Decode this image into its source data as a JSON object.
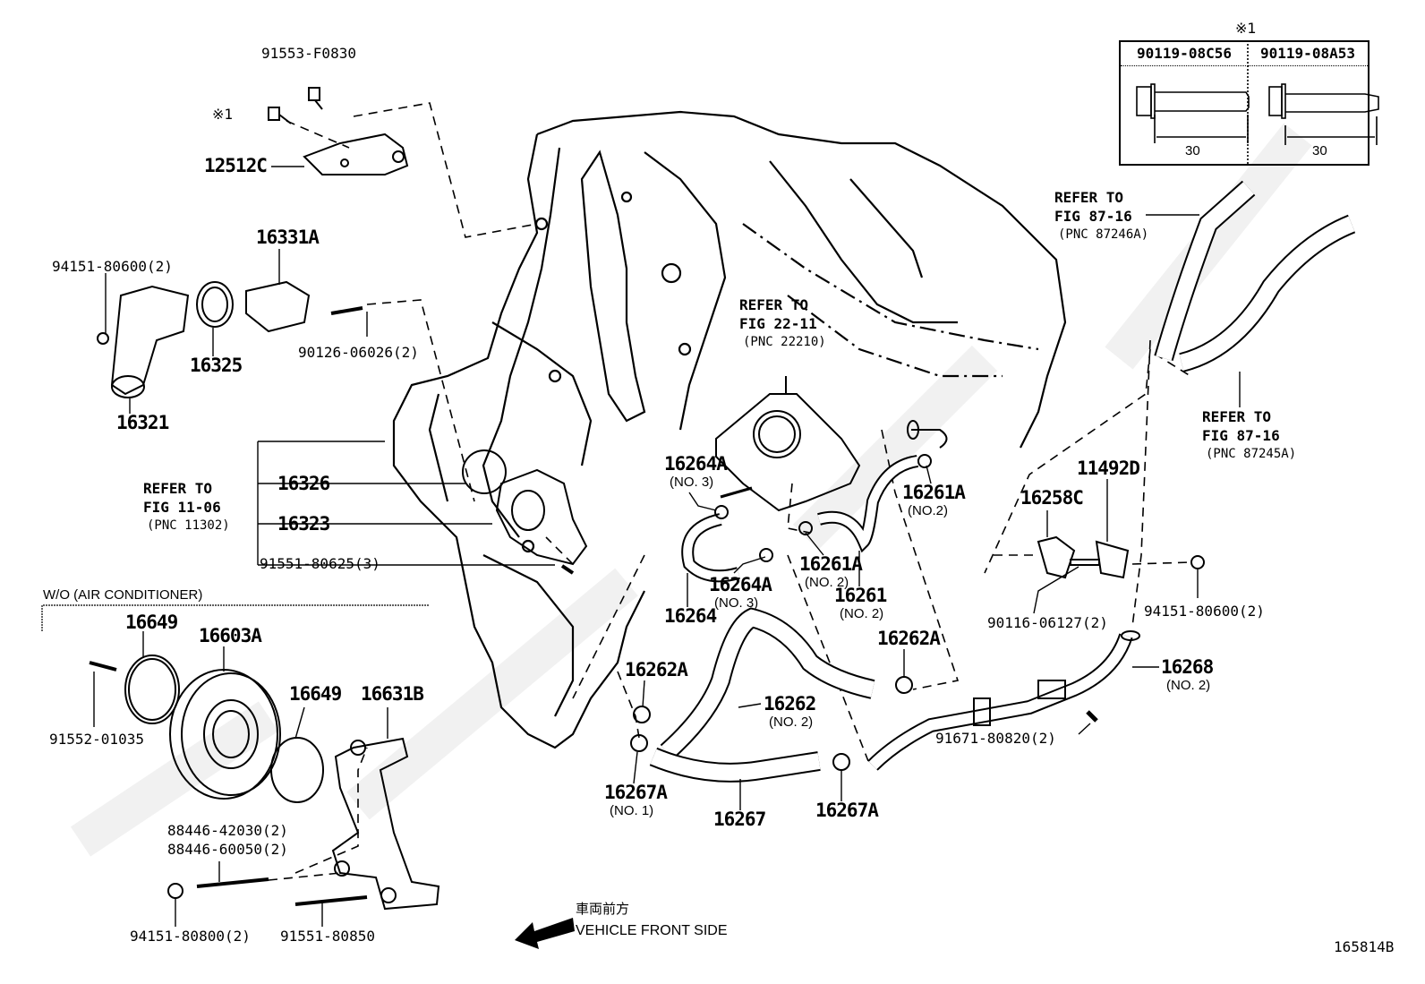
{
  "diagram_id": "165814B",
  "note_table": {
    "mark": "※1",
    "columns": [
      {
        "part_no": "90119-08C56",
        "length": "30"
      },
      {
        "part_no": "90119-08A53",
        "length": "30"
      }
    ]
  },
  "front_side": {
    "jp": "車両前方",
    "en": "VEHICLE FRONT SIDE"
  },
  "section_label": "W/O (AIR CONDITIONER)",
  "callouts": [
    {
      "text": "91553-F0830"
    },
    {
      "text": "※1"
    },
    {
      "text": "12512C"
    },
    {
      "text": "16331A"
    },
    {
      "text": "94151-80600(2)"
    },
    {
      "text": "16325"
    },
    {
      "text": "90126-06026(2)"
    },
    {
      "text": "16321"
    },
    {
      "text": "16326"
    },
    {
      "text": "16323"
    },
    {
      "text": "91551-80625(3)"
    },
    {
      "text": "16649"
    },
    {
      "text": "16603A"
    },
    {
      "text": "91552-01035"
    },
    {
      "text": "16649"
    },
    {
      "text": "16631B"
    },
    {
      "text": "88446-42030(2)"
    },
    {
      "text": "88446-60050(2)"
    },
    {
      "text": "94151-80800(2)"
    },
    {
      "text": "91551-80850"
    },
    {
      "text": "16264A",
      "sub": "(NO. 3)"
    },
    {
      "text": "16261A",
      "sub": "(NO.2)"
    },
    {
      "text": "16258C"
    },
    {
      "text": "11492D"
    },
    {
      "text": "16261A",
      "sub": "(NO. 2)"
    },
    {
      "text": "16264A",
      "sub": "(NO. 3)"
    },
    {
      "text": "16261",
      "sub": "(NO. 2)"
    },
    {
      "text": "16264"
    },
    {
      "text": "16262A"
    },
    {
      "text": "90116-06127(2)"
    },
    {
      "text": "94151-80600(2)"
    },
    {
      "text": "16262A"
    },
    {
      "text": "16268",
      "sub": "(NO. 2)"
    },
    {
      "text": "16262",
      "sub": "(NO. 2)"
    },
    {
      "text": "91671-80820(2)"
    },
    {
      "text": "16267A",
      "sub": "(NO. 1)"
    },
    {
      "text": "16267"
    },
    {
      "text": "16267A"
    }
  ],
  "references": [
    {
      "line1": "REFER TO",
      "line2": "FIG 11-06",
      "pnc": "(PNC 11302)"
    },
    {
      "line1": "REFER TO",
      "line2": "FIG 22-11",
      "pnc": "(PNC 22210)"
    },
    {
      "line1": "REFER TO",
      "line2": "FIG 87-16",
      "pnc": "(PNC 87246A)"
    },
    {
      "line1": "REFER TO",
      "line2": "FIG 87-16",
      "pnc": "(PNC 87245A)"
    }
  ]
}
